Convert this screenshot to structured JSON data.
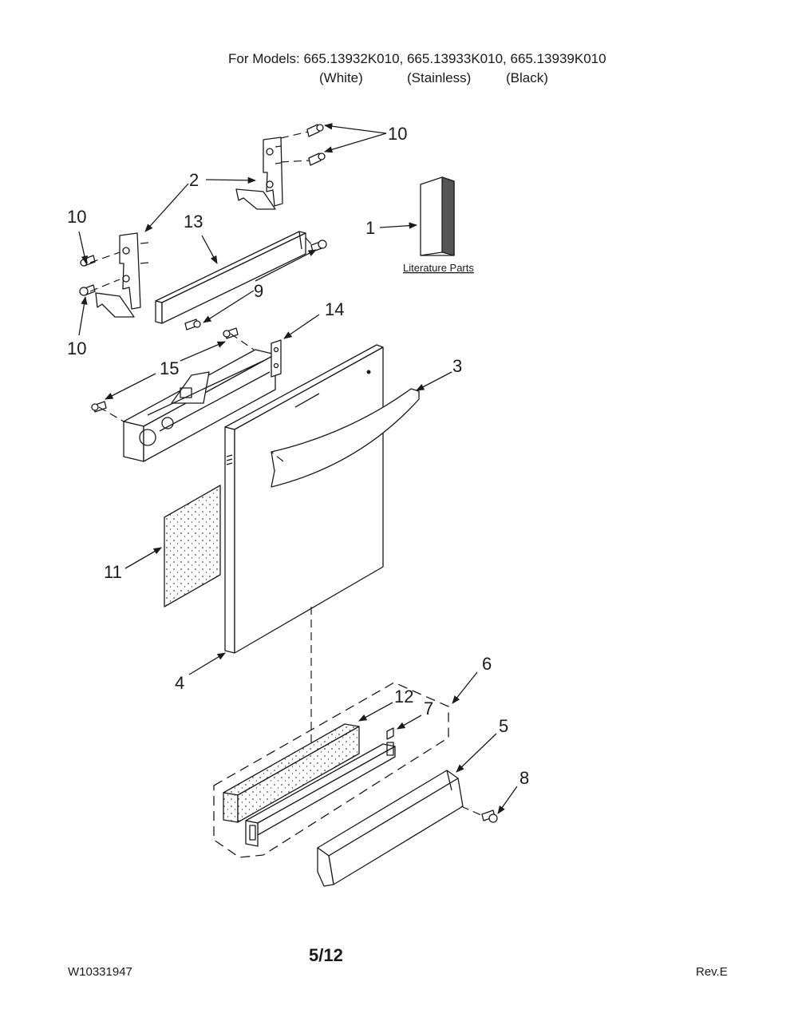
{
  "header": {
    "models_line": "For Models: 665.13932K010, 665.13933K010, 665.13939K010",
    "variants": [
      "(White)",
      "(Stainless)",
      "(Black)"
    ]
  },
  "diagram": {
    "literature_label": "Literature Parts",
    "callouts": [
      "1",
      "2",
      "3",
      "4",
      "5",
      "6",
      "7",
      "8",
      "9",
      "10",
      "10",
      "10",
      "11",
      "12",
      "13",
      "14",
      "15"
    ]
  },
  "footer": {
    "doc_number": "W10331947",
    "page": "5/12",
    "revision": "Rev.E"
  }
}
